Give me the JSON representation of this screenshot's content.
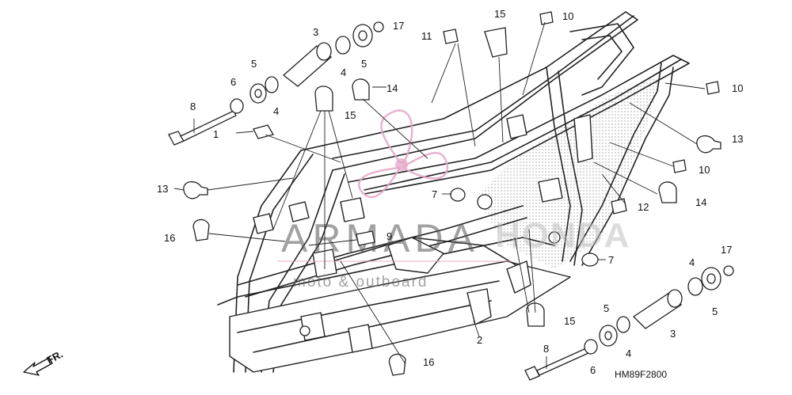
{
  "diagram": {
    "figure_code": "HM89F2800",
    "front_label": "FR.",
    "watermark": {
      "brand": "ARMADA",
      "sub": "moto & outboard",
      "honda": "HONDA"
    },
    "callouts": {
      "c1": "1",
      "c2": "2",
      "c3a": "3",
      "c3b": "3",
      "c4a": "4",
      "c4b": "4",
      "c4c": "4",
      "c4d": "4",
      "c5a": "5",
      "c5b": "5",
      "c5c": "5",
      "c5d": "5",
      "c6a": "6",
      "c6b": "6",
      "c7a": "7",
      "c7b": "7",
      "c8a": "8",
      "c8b": "8",
      "c9": "9",
      "c10a": "10",
      "c10b": "10",
      "c10c": "10",
      "c11": "11",
      "c12": "12",
      "c13a": "13",
      "c13b": "13",
      "c14a": "14",
      "c14b": "14",
      "c15a": "15",
      "c15b": "15",
      "c15c": "15",
      "c16a": "16",
      "c16b": "16",
      "c17a": "17",
      "c17b": "17"
    }
  }
}
